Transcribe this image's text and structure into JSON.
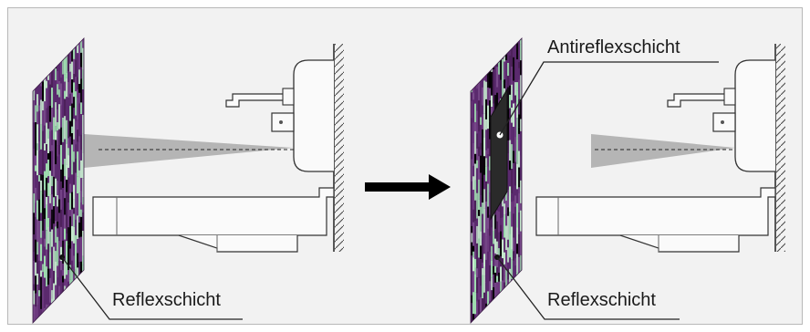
{
  "figure": {
    "left_panel": {
      "label_reflection": "Reflexschicht"
    },
    "right_panel": {
      "label_reflection": "Reflexschicht",
      "label_antireflection": "Antireflexschicht"
    },
    "transition_icon": "right-arrow-icon"
  },
  "colors": {
    "background": "#f2f2f2",
    "frame_border": "#b8b8b8",
    "line": "#222222",
    "beam": "#b5b5b5",
    "reflection_dark": "#5b2a6e",
    "reflection_light": "#9fe0b0",
    "antireflection": "#2a2a2a",
    "arrow": "#000000"
  }
}
